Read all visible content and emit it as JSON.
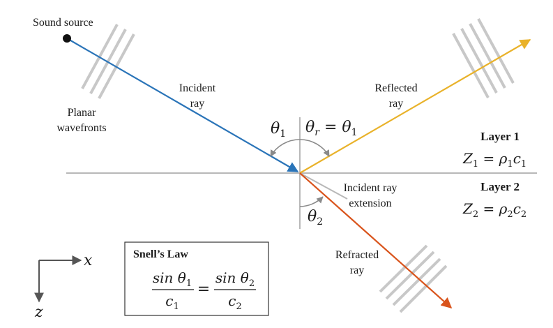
{
  "labels": {
    "sound_source": "Sound source",
    "planar": "Planar",
    "wavefronts": "wavefronts",
    "incident_1": "Incident",
    "incident_2": "ray",
    "reflected_1": "Reflected",
    "reflected_2": "ray",
    "refracted_1": "Refracted",
    "refracted_2": "ray",
    "ext_1": "Incident ray",
    "ext_2": "extension",
    "layer1": "Layer 1",
    "layer2": "Layer 2",
    "snell_title": "Snell’s Law"
  },
  "math": {
    "theta1": "θ",
    "theta1_sub": "1",
    "theta_r_lhs": "θ",
    "theta_r_sub": "r",
    "theta_r_eq": " = θ",
    "theta_r_rhs_sub": "1",
    "theta2": "θ",
    "theta2_sub": "2",
    "z1_lhs": "Z",
    "z1_sub": "1",
    "z1_eq": " = ρ",
    "z1_rho_sub": "1",
    "z1_c": "c",
    "z1_c_sub": "1",
    "z2_lhs": "Z",
    "z2_sub": "2",
    "z2_eq": " = ρ",
    "z2_rho_sub": "2",
    "z2_c": "c",
    "z2_c_sub": "2",
    "x_axis": "x",
    "z_axis": "z",
    "snell_num1": "sin θ",
    "snell_num1_sub": "1",
    "snell_den1": "c",
    "snell_den1_sub": "1",
    "snell_eq": "=",
    "snell_num2": "sin θ",
    "snell_num2_sub": "2",
    "snell_den2": "c",
    "snell_den2_sub": "2"
  },
  "colors": {
    "incident": "#2a74b8",
    "reflected": "#e9b22a",
    "refracted": "#d9541c",
    "wavefront": "#c8c8c8",
    "interface": "#b8b8b8",
    "normal": "#b8b8b8",
    "arc": "#8a8a8a"
  }
}
